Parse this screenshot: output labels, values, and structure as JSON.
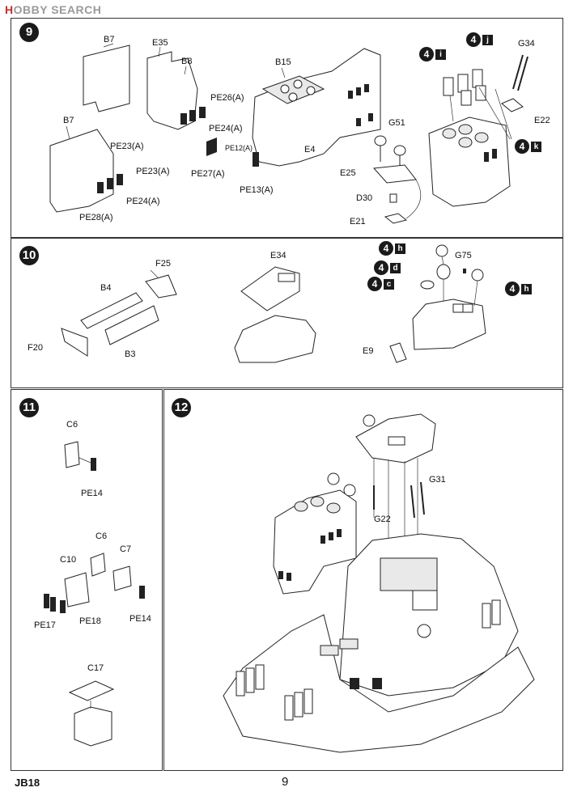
{
  "watermark": {
    "prefix": "H",
    "rest": "OBBY SEARCH"
  },
  "footer": {
    "code": "JB18",
    "page": "9"
  },
  "steps": {
    "s9": "9",
    "s10": "10",
    "s11": "11",
    "s12": "12"
  },
  "refs": {
    "r_i": {
      "num": "4",
      "letter": "i"
    },
    "r_j": {
      "num": "4",
      "letter": "j"
    },
    "r_k": {
      "num": "4",
      "letter": "k"
    },
    "r_h1": {
      "num": "4",
      "letter": "h"
    },
    "r_d": {
      "num": "4",
      "letter": "d"
    },
    "r_c": {
      "num": "4",
      "letter": "c"
    },
    "r_h2": {
      "num": "4",
      "letter": "h"
    }
  },
  "labels9": {
    "b7a": "B7",
    "e35": "E35",
    "b8": "B8",
    "b15": "B15",
    "g34": "G34",
    "pe26": "PE26(A)",
    "pe24a": "PE24(A)",
    "pe23a": "PE23(A)",
    "pe12": "PE12(A)",
    "e4": "E4",
    "pe27": "PE27(A)",
    "pe13": "PE13(A)",
    "g51": "G51",
    "e22": "E22",
    "b7b": "B7",
    "pe23b": "PE23(A)",
    "pe24b": "PE24(A)",
    "pe28": "PE28(A)",
    "e25": "E25",
    "d30": "D30",
    "e21": "E21"
  },
  "labels10": {
    "f25": "F25",
    "b4": "B4",
    "f20": "F20",
    "b3": "B3",
    "e34": "E34",
    "g75": "G75",
    "e9": "E9"
  },
  "labels11": {
    "c6a": "C6",
    "pe14a": "PE14",
    "c6b": "C6",
    "c10": "C10",
    "c7": "C7",
    "pe17": "PE17",
    "pe18": "PE18",
    "pe14b": "PE14",
    "c17": "C17"
  },
  "labels12": {
    "g31": "G31",
    "g22": "G22"
  }
}
